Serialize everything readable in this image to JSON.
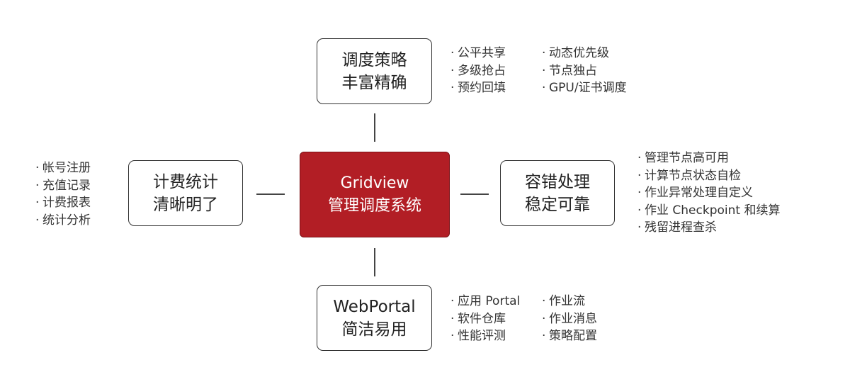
{
  "center": {
    "line1": "Gridview",
    "line2": "管理调度系统",
    "color": "#b21e25"
  },
  "top_node": {
    "line1": "调度策略",
    "line2": "丰富精确",
    "features_col1": [
      "公平共享",
      "多级抢占",
      "预约回填"
    ],
    "features_col2": [
      "动态优先级",
      "节点独占",
      "GPU/证书调度"
    ]
  },
  "left_node": {
    "line1": "计费统计",
    "line2": "清晰明了",
    "features": [
      "帐号注册",
      "充值记录",
      "计费报表",
      "统计分析"
    ]
  },
  "right_node": {
    "line1": "容错处理",
    "line2": "稳定可靠",
    "features": [
      "管理节点高可用",
      "计算节点状态自检",
      "作业异常处理自定义",
      "作业 Checkpoint 和续算",
      "残留进程查杀"
    ]
  },
  "bottom_node": {
    "line1": "WebPortal",
    "line2": "简洁易用",
    "features_col1": [
      "应用 Portal",
      "软件仓库",
      "性能评测"
    ],
    "features_col2": [
      "作业流",
      "作业消息",
      "策略配置"
    ]
  },
  "bullet": "·"
}
